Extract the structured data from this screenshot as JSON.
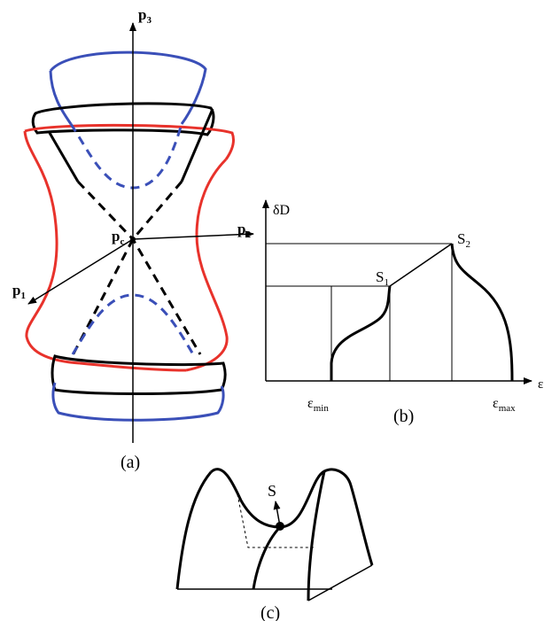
{
  "panel_a": {
    "axes": {
      "vertical": "p",
      "vertical_sub": "3",
      "right": "p",
      "right_sub": "2",
      "left": "p",
      "left_sub": "1",
      "center": "p",
      "center_sub": "c"
    },
    "caption": "(a)",
    "colors": {
      "outer": "#e8322b",
      "inner": "#3a4fb8",
      "cone": "#000000"
    }
  },
  "panel_b": {
    "y_label": "δD",
    "x_label": "ε",
    "point_1": "S",
    "point_1_sub": "1",
    "point_2": "S",
    "point_2_sub": "2",
    "tick_min": "ε",
    "tick_min_sub": "min",
    "tick_max": "ε",
    "tick_max_sub": "max",
    "caption": "(b)"
  },
  "panel_c": {
    "point": "S",
    "caption": "(c)"
  }
}
